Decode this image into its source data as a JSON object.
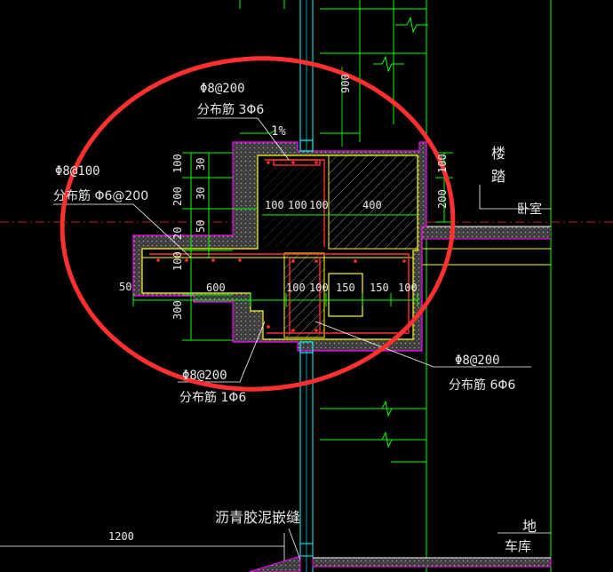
{
  "labels": {
    "rebar_top": "Φ8@200",
    "dist_top": "分布筋 3Φ6",
    "slope": "1%",
    "rebar_left": "Φ8@100",
    "dist_left": "分布筋 Φ6@200",
    "rebar_bottom_left": "Φ8@200",
    "dist_bottom_left": "分布筋 1Φ6",
    "rebar_bottom_right": "Φ8@200",
    "dist_bottom_right": "分布筋 6Φ6",
    "stair_1": "楼",
    "stair_2": "踏",
    "bedroom": "卧室",
    "joint": "沥青胶泥嵌缝",
    "ground": "地",
    "garage": "车库"
  },
  "dims": {
    "v_100a": "100",
    "v_200a": "200",
    "v_100b": "100",
    "v_300": "300",
    "v_30a": "30",
    "v_30b": "30",
    "v_50": "50",
    "v_20": "20",
    "h_100a": "100",
    "h_100b": "100",
    "h_100c": "100",
    "h_400": "400",
    "h_50": "50",
    "h_600": "600",
    "h_100d": "100",
    "h_100e": "100",
    "h_150a": "150",
    "h_150b": "150",
    "h_100f": "100",
    "v_200r": "200",
    "v_100r": "100",
    "h_1200": "1200",
    "v_900": "900"
  },
  "colors": {
    "background": "#000000",
    "outline": "#ff00ff",
    "concrete": "#ffff00",
    "dimension": "#00ff00",
    "rebar": "#ff3030",
    "highlight_circle": "#ff3030",
    "wall": "#00ffff",
    "text": "#e8e8e8"
  }
}
